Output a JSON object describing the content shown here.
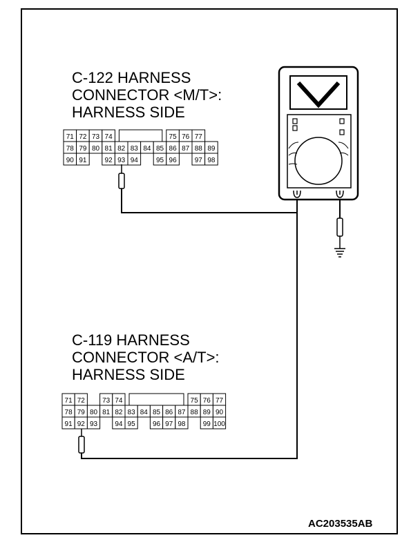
{
  "connector_top": {
    "title_lines": [
      "C-122 HARNESS",
      "CONNECTOR <M/T>:",
      "HARNESS SIDE"
    ],
    "rows": [
      [
        "71",
        "72",
        "73",
        "74",
        "",
        "",
        "",
        "",
        "75",
        "76",
        "77"
      ],
      [
        "78",
        "79",
        "80",
        "81",
        "82",
        "83",
        "84",
        "85",
        "86",
        "87",
        "88",
        "89"
      ],
      [
        "90",
        "91",
        "",
        "92",
        "93",
        "94",
        "",
        "95",
        "96",
        "",
        "97",
        "98"
      ]
    ],
    "probe_pin": "93"
  },
  "connector_bottom": {
    "title_lines": [
      "C-119 HARNESS",
      "CONNECTOR <A/T>:",
      "HARNESS SIDE"
    ],
    "rows": [
      [
        "71",
        "72",
        "",
        "73",
        "74",
        "",
        "",
        "",
        "",
        "",
        "75",
        "76",
        "77"
      ],
      [
        "78",
        "79",
        "80",
        "81",
        "82",
        "83",
        "84",
        "85",
        "86",
        "87",
        "88",
        "89",
        "90"
      ],
      [
        "91",
        "92",
        "93",
        "",
        "94",
        "95",
        "",
        "96",
        "97",
        "98",
        "",
        "99",
        "100"
      ]
    ],
    "probe_pin": "92"
  },
  "meter": {
    "mode_symbol": "V"
  },
  "figure_id": "AC203535AB"
}
